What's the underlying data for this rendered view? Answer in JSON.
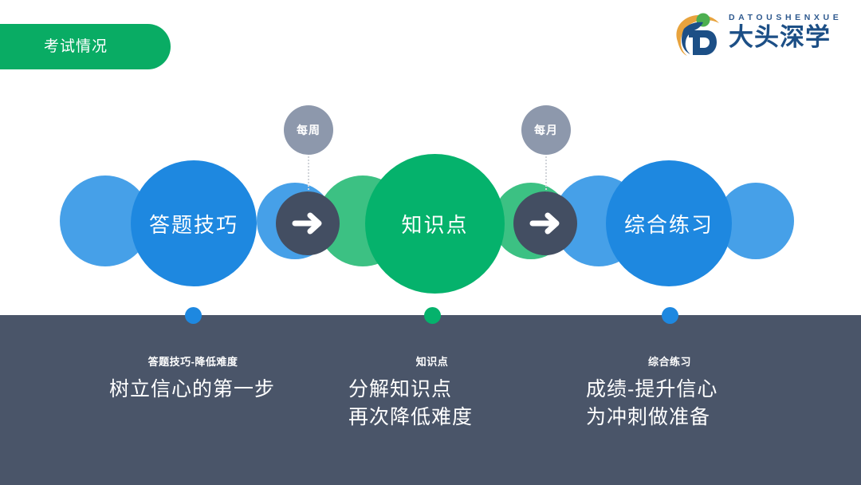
{
  "header": {
    "section_tab_label": "考试情况",
    "logo": {
      "pinyin": "DATOUSHENXUE",
      "name": "大头深学",
      "mark_icon": "brand-swoosh-icon",
      "colors": {
        "swoosh_orange": "#e8a33d",
        "dot_green": "#4caf50",
        "letter_blue": "#1c4f86"
      }
    }
  },
  "diagram": {
    "steps": [
      {
        "label": "答题技巧",
        "color": "#1e88e0",
        "accent_color": "#46a0e8",
        "dot_color": "#1e88e0"
      },
      {
        "label": "知识点",
        "color": "#05b26c",
        "accent_color": "#3cc183",
        "dot_color": "#05b26c"
      },
      {
        "label": "综合练习",
        "color": "#1e88e0",
        "accent_color": "#46a0e8",
        "dot_color": "#1e88e0"
      }
    ],
    "arrows": [
      {
        "icon": "arrow-right-icon",
        "chip_label": "每周"
      },
      {
        "icon": "arrow-right-icon",
        "chip_label": "每月"
      }
    ],
    "chip_color": "#8d98ac",
    "arrow_node_color": "#434e62"
  },
  "summary": {
    "panel_color": "#4a5569",
    "columns": [
      {
        "eyebrow": "答题技巧-降低难度",
        "lines": [
          "树立信心的第一步"
        ]
      },
      {
        "eyebrow": "知识点",
        "lines": [
          "分解知识点",
          "再次降低难度"
        ]
      },
      {
        "eyebrow": "综合练习",
        "lines": [
          "成绩-提升信心",
          "为冲刺做准备"
        ]
      }
    ]
  }
}
